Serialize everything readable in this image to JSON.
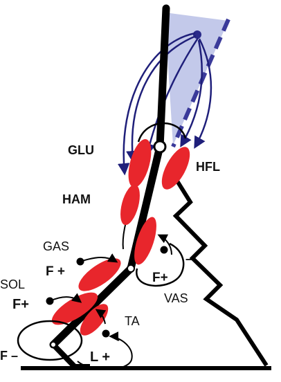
{
  "labels": {
    "glu": "GLU",
    "hfl": "HFL",
    "ham": "HAM",
    "gas": "GAS",
    "sol": "SOL",
    "vas": "VAS",
    "ta": "TA",
    "f_plus_gas": "F +",
    "f_plus_sol": "F+",
    "f_plus_vas": "F+",
    "minus_vas": "–",
    "l_plus": "L +",
    "f_minus": "F –"
  },
  "colors": {
    "muscle": "#e8262c",
    "segment": "#000000",
    "reflex_arrow": "#1f1f7a",
    "trunk_cone": "#b9bfe6",
    "trunk_line": "#3a3a9a",
    "ground": "#000000"
  }
}
